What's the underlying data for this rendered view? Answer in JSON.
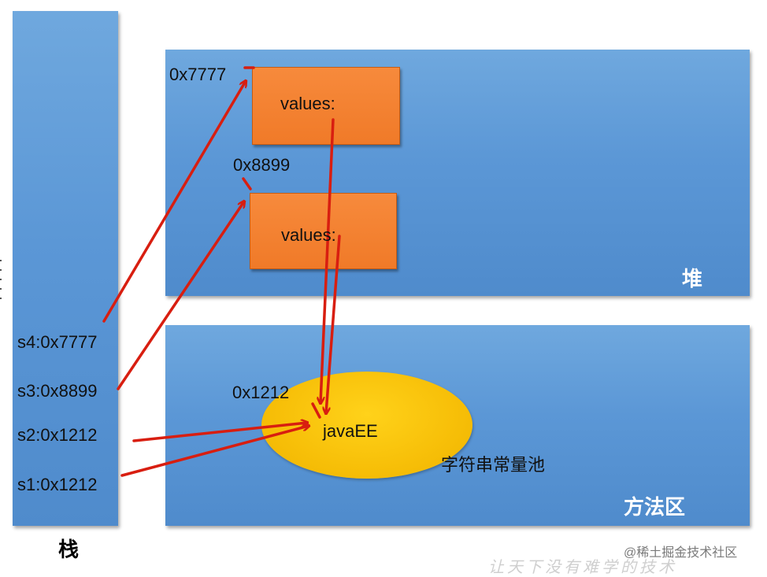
{
  "stack": {
    "label": "栈",
    "vars": [
      "s4:0x7777",
      "s3:0x8899",
      "s2:0x1212",
      "s1:0x1212"
    ]
  },
  "heap": {
    "label": "堆",
    "objects": [
      {
        "address": "0x7777",
        "field": "values:"
      },
      {
        "address": "0x8899",
        "field": "values:"
      }
    ]
  },
  "method_area": {
    "label": "方法区",
    "pool_address": "0x1212",
    "pool_value": "javaEE",
    "pool_label": "字符串常量池"
  },
  "watermark": {
    "text": "@稀土掘金技术社区",
    "motto": "让天下没有难学的技术"
  },
  "colors": {
    "panel": "#5b97d6",
    "object": "#f07a28",
    "pool": "#f7bf08",
    "arrow": "#d81e10"
  }
}
